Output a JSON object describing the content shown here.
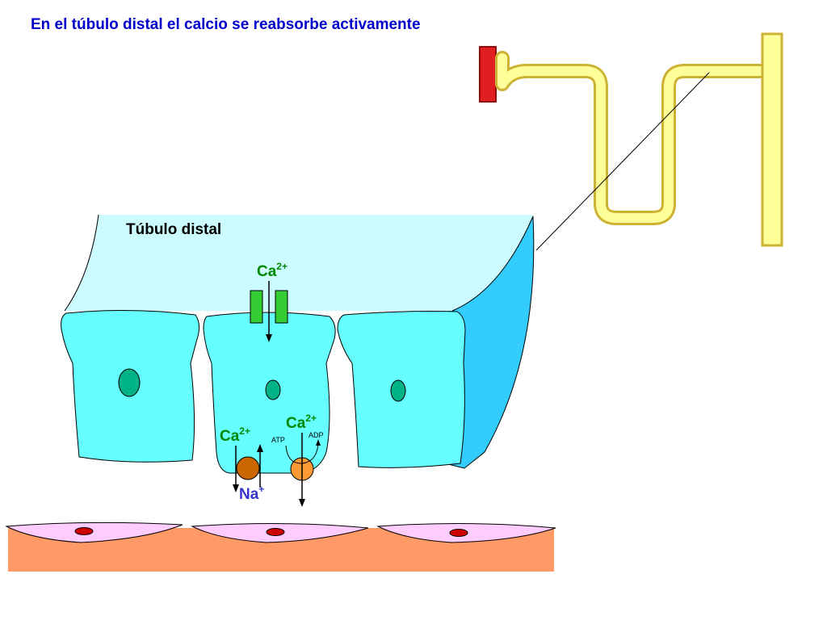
{
  "title": "En el túbulo distal el calcio se reabsorbe activamente",
  "labels": {
    "tubule_name": "Túbulo distal",
    "ca_symbol": "Ca",
    "ca_charge": "2+",
    "na_symbol": "Na",
    "na_charge": "+",
    "atp": "ATP",
    "adp": "ADP"
  },
  "colors": {
    "title": "#0000cc",
    "lumen": "#ccfcff",
    "cell": "#66ffff",
    "tubule_wall": "#33ccff",
    "nucleus": "#00b386",
    "channel": "#33cc33",
    "exchanger": "#cc6600",
    "pump": "#ff9933",
    "ion_label_ca": "#008800",
    "ion_label_na": "#3333cc",
    "nephron_tube": "#ffff99",
    "nephron_outline": "#ccb333",
    "glomerulus": "#e02020",
    "interstitium": "#ff9966",
    "capillary_cell": "#ffccff",
    "capillary_nucleus": "#cc0000"
  }
}
